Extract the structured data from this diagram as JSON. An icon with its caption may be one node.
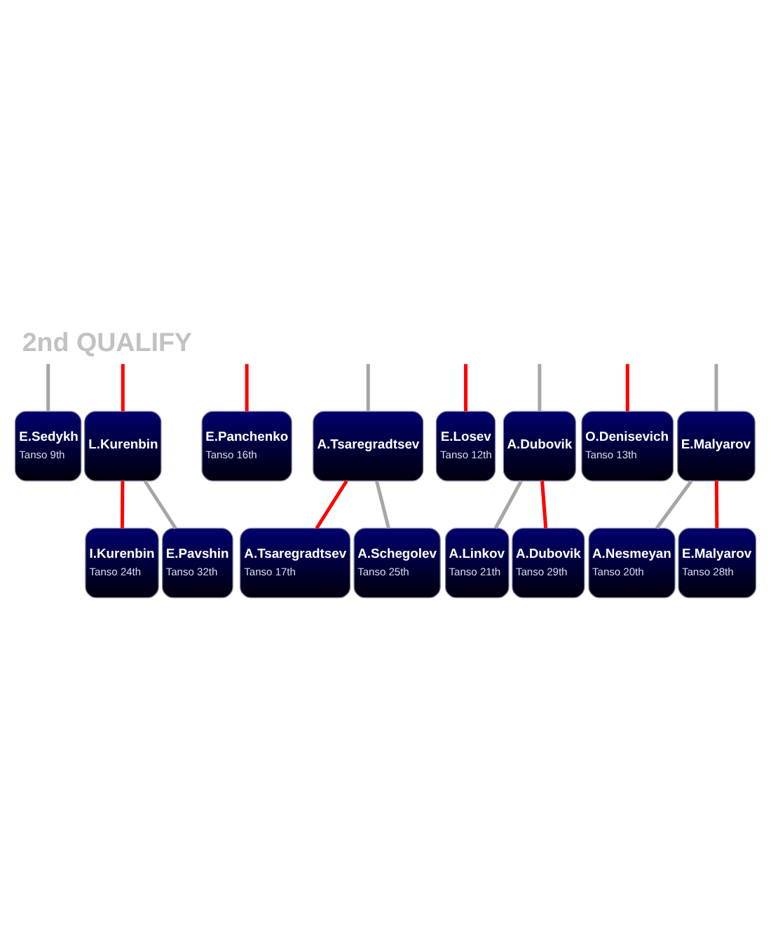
{
  "diagram": {
    "title": "2nd QUALIFY",
    "nodes": [
      {
        "text": [
          "E.Sedykh",
          "Tanso 9th"
        ]
      },
      {
        "text": [
          "L.Kurenbin"
        ]
      },
      {
        "text": [
          "E.Panchenko",
          "Tanso 16th"
        ]
      },
      {
        "text": [
          "A.Tsaregradtsev"
        ]
      },
      {
        "text": [
          "E.Losev",
          "Tanso 12th"
        ]
      },
      {
        "text": [
          "A.Dubovik"
        ]
      },
      {
        "text": [
          "O.Denisevich",
          "Tanso 13th"
        ]
      },
      {
        "text": [
          "E.Malyarov"
        ]
      },
      {
        "text": [
          "I.Kurenbin",
          "Tanso 24th"
        ]
      },
      {
        "text": [
          "E.Pavshin",
          "Tanso 32th"
        ]
      },
      {
        "text": [
          "A.Tsaregradtsev",
          "Tanso 17th"
        ]
      },
      {
        "text": [
          "A.Schegolev",
          "Tanso 25th"
        ]
      },
      {
        "text": [
          "A.Linkov",
          "Tanso 21th"
        ]
      },
      {
        "text": [
          "A.Dubovik",
          "Tanso 29th"
        ]
      },
      {
        "text": [
          "A.Nesmeyan",
          "Tanso 20th"
        ]
      },
      {
        "text": [
          "E.Malyarov",
          "Tanso 28th"
        ]
      }
    ],
    "edges": [
      {
        "from": 0,
        "to": null,
        "arrow": "none",
        "color": "#a6a6a6"
      },
      {
        "from": 1,
        "to": null,
        "arrow": "none",
        "color": "#ff0000"
      },
      {
        "from": 2,
        "to": null,
        "arrow": "none",
        "color": "#ff0000"
      },
      {
        "from": 3,
        "to": null,
        "arrow": "none",
        "color": "#a6a6a6"
      },
      {
        "from": 4,
        "to": null,
        "arrow": "none",
        "color": "#ff0000"
      },
      {
        "from": 5,
        "to": null,
        "arrow": "none",
        "color": "#a6a6a6"
      },
      {
        "from": 6,
        "to": null,
        "arrow": "none",
        "color": "#ff0000"
      },
      {
        "from": 7,
        "to": null,
        "arrow": "none",
        "color": "#a6a6a6"
      },
      {
        "from": 8,
        "to": 1,
        "arrow": "none",
        "color": "#ff0000"
      },
      {
        "from": 9,
        "to": 1,
        "arrow": "none",
        "color": "#a6a6a6"
      },
      {
        "from": 10,
        "to": 3,
        "arrow": "none",
        "color": "#ff0000"
      },
      {
        "from": 11,
        "to": 3,
        "arrow": "none",
        "color": "#a6a6a6"
      },
      {
        "from": 12,
        "to": 5,
        "arrow": "none",
        "color": "#a6a6a6"
      },
      {
        "from": 13,
        "to": 5,
        "arrow": "none",
        "color": "#ff0000"
      },
      {
        "from": 14,
        "to": 7,
        "arrow": "none",
        "color": "#a6a6a6"
      },
      {
        "from": 15,
        "to": 7,
        "arrow": "none",
        "color": "#ff0000"
      }
    ]
  }
}
